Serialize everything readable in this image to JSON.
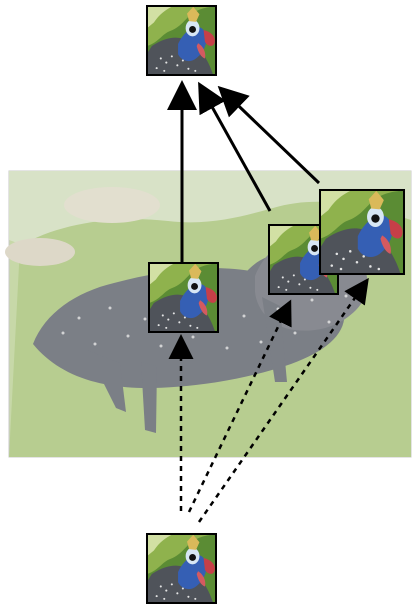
{
  "figure": {
    "crops": [
      {
        "role": "output",
        "content": "guineafowl-head"
      },
      {
        "role": "scale-1",
        "content": "guineafowl-head"
      },
      {
        "role": "scale-2",
        "content": "guineafowl-head"
      },
      {
        "role": "scale-3",
        "content": "guineafowl-head"
      },
      {
        "role": "input",
        "content": "guineafowl-head"
      }
    ],
    "background_photo": "guineafowl-on-ice-plant",
    "arrow_styles": {
      "up": "solid",
      "down": "dashed"
    },
    "colors": {
      "arrow": "#000000",
      "photo_grass": "#b8cf8f",
      "bird_body": "#4d4f55",
      "bird_head": "#3a67c8",
      "casque": "#d9b65d",
      "wattle": "#c93a43"
    }
  }
}
